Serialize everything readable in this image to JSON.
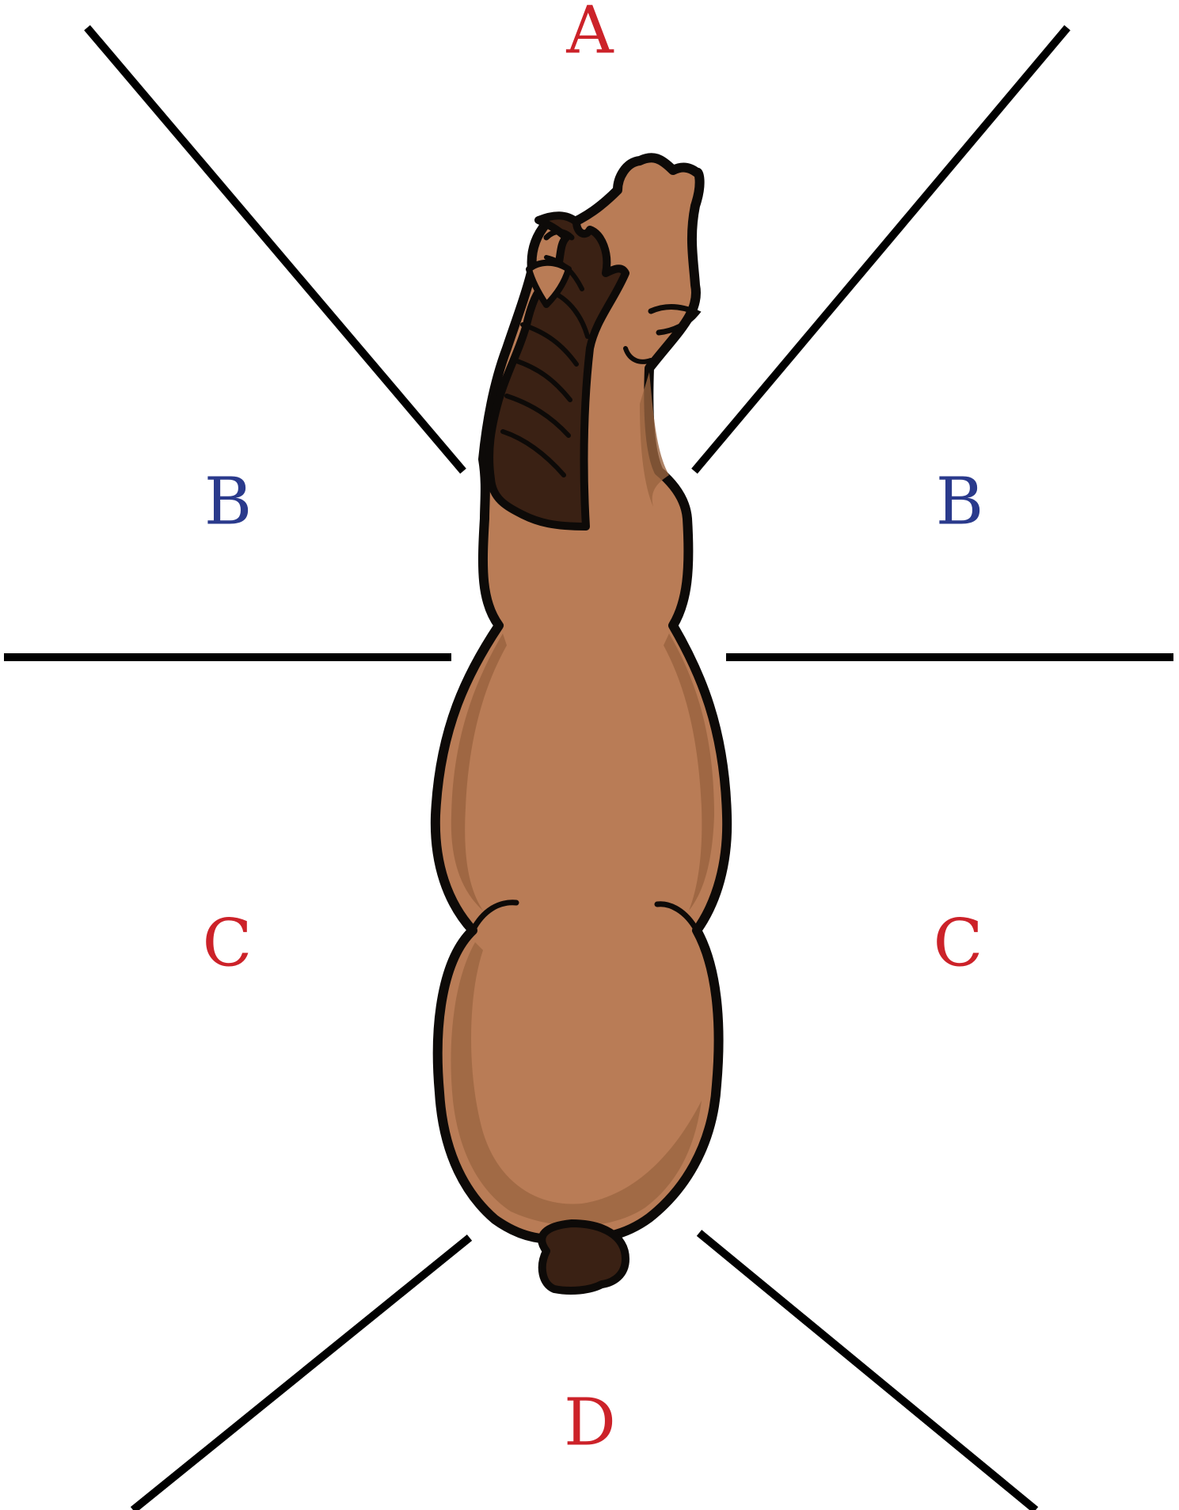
{
  "diagram": {
    "colors": {
      "label_red": "#cc2229",
      "label_blue": "#2a3a8c",
      "line": "#000000",
      "body": "#b97c56",
      "body_shade": "#9a6440",
      "mane": "#3a2114",
      "outline": "#0d0a08"
    },
    "labels": {
      "front": "A",
      "left_shoulder": "B",
      "right_shoulder": "B",
      "left_flank": "C",
      "right_flank": "C",
      "rear": "D"
    },
    "figure": {
      "icon": "horse-top-view-icon"
    }
  }
}
